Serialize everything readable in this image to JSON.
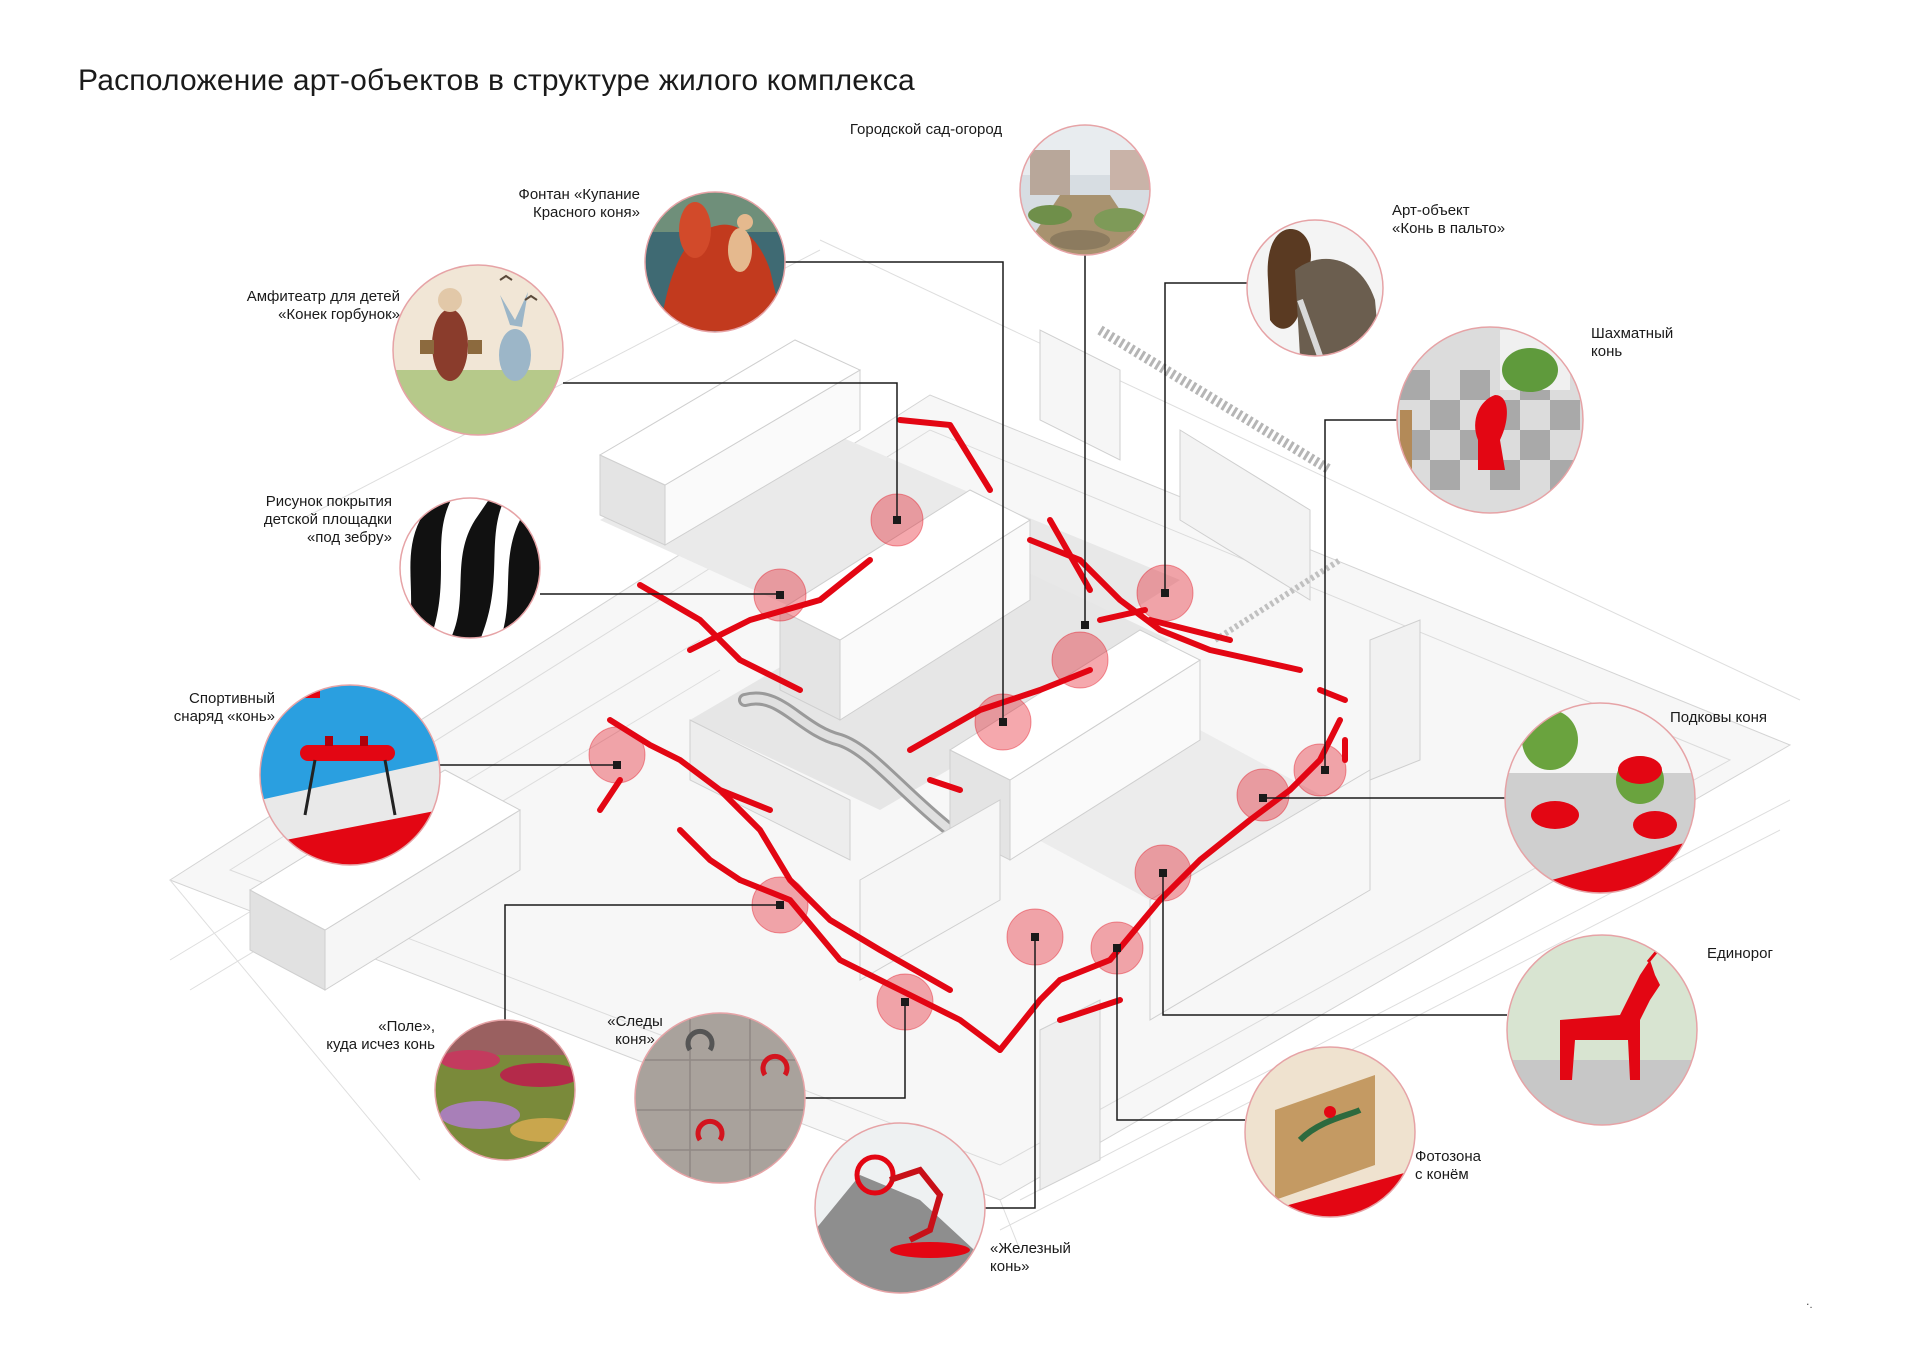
{
  "title": "Расположение арт-объектов в структуре жилого комплекса",
  "footnote": "‧.",
  "colors": {
    "accent": "#e30613",
    "accent_light": "#f07a80",
    "building": "#f2f2f2",
    "building_shade": "#d9d9d9",
    "ground": "#e6e6e6",
    "lines": "#d0d0d0",
    "leader": "#1a1a1a"
  },
  "objects": [
    {
      "id": "garden",
      "label": "Городской сад-огород",
      "icon": "garden-photo"
    },
    {
      "id": "fountain",
      "label": "Фонтан «Купание\nКрасного коня»",
      "icon": "painting-red-horse"
    },
    {
      "id": "coat-horse",
      "label": "Арт-объект\n«Конь в пальто»",
      "icon": "horse-in-coat-photo"
    },
    {
      "id": "amphitheatre",
      "label": "Амфитеатр для детей\n«Конек горбунок»",
      "icon": "fairy-tale-illustration"
    },
    {
      "id": "chess",
      "label": "Шахматный\nконь",
      "icon": "chess-knight-photo"
    },
    {
      "id": "zebra",
      "label": "Рисунок покрытия\nдетской площадки\n«под зебру»",
      "icon": "zebra-pattern"
    },
    {
      "id": "pommel",
      "label": "Спортивный\nснаряд «конь»",
      "icon": "pommel-horse-render"
    },
    {
      "id": "horseshoes",
      "label": "Подковы коня",
      "icon": "horseshoe-planters-render"
    },
    {
      "id": "unicorn",
      "label": "Единорог",
      "icon": "red-unicorn-sculpture"
    },
    {
      "id": "field",
      "label": "«Поле»,\nкуда исчез конь",
      "icon": "flower-field-photo"
    },
    {
      "id": "tracks",
      "label": "«Следы\nконя»",
      "icon": "horseshoe-tracks-paving"
    },
    {
      "id": "photozone",
      "label": "Фотозона\nс конём",
      "icon": "photozone-panel-render"
    },
    {
      "id": "iron-horse",
      "label": "«Железный\nконь»",
      "icon": "iron-horse-sculpture"
    }
  ]
}
